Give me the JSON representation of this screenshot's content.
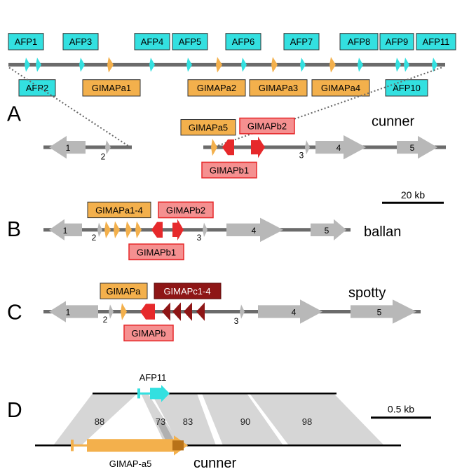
{
  "colors": {
    "afp": "#33e0e0",
    "gimap_a": "#f3b04c",
    "gimap_b": "#e6292b",
    "gimap_b_box": "#f59090",
    "gimap_c": "#8e1616",
    "gene_grey": "#b8b8b8",
    "chrom": "#6b6b6b",
    "shade": "#d6d6d6"
  },
  "panels": {
    "a": "A",
    "b": "B",
    "c": "C",
    "d": "D"
  },
  "afp_labels": [
    "AFP1",
    "AFP2",
    "AFP3",
    "AFP4",
    "AFP5",
    "AFP6",
    "AFP7",
    "AFP8",
    "AFP9",
    "AFP10",
    "AFP11"
  ],
  "gimap_top_labels": [
    "GIMAPa1",
    "GIMAPa2",
    "GIMAPa3",
    "GIMAPa4"
  ],
  "cunner": {
    "species": "cunner",
    "gimap_a5": "GIMAPa5",
    "gimap_b2": "GIMAPb2",
    "gimap_b1": "GIMAPb1",
    "genes": [
      "1",
      "2",
      "3",
      "4",
      "5"
    ]
  },
  "scale_top": "20 kb",
  "ballan": {
    "species": "ballan",
    "gimap_a": "GIMAPa1-4",
    "gimap_b2": "GIMAPb2",
    "gimap_b1": "GIMAPb1",
    "genes": [
      "1",
      "2",
      "3",
      "4",
      "5"
    ]
  },
  "spotty": {
    "species": "spotty",
    "gimap_a": "GIMAPa",
    "gimap_c": "GIMAPc1-4",
    "gimap_b": "GIMAPb",
    "genes": [
      "1",
      "2",
      "3",
      "4",
      "5"
    ]
  },
  "panel_d": {
    "afp_label": "AFP11",
    "gimap_label": "GIMAP-a5",
    "species": "cunner",
    "scale": "0.5 kb",
    "identities": [
      "88",
      "73",
      "83",
      "90",
      "98"
    ]
  }
}
